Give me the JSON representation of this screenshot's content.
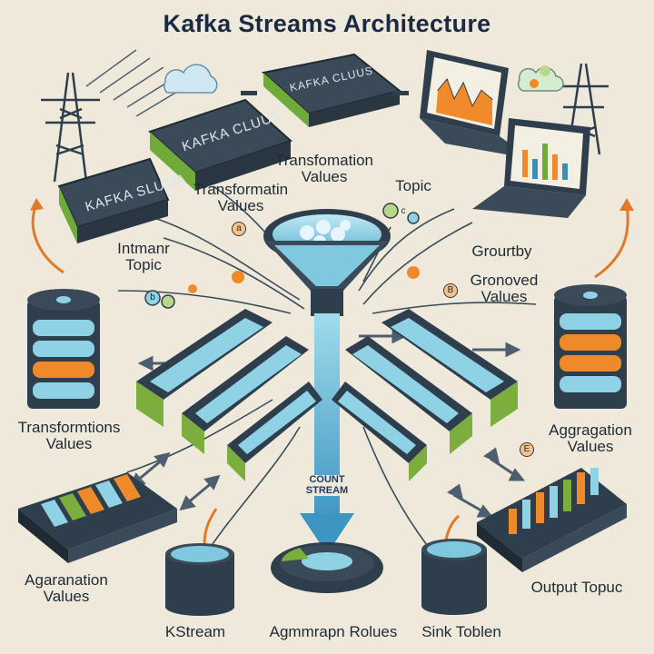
{
  "title": "Kafka Streams Architecture",
  "labels": {
    "transformation_values_top": "Transfomation Values",
    "transformation_values_left": "Transformatin Values",
    "topic_right": "Topic",
    "intermediate_topic": "Intmanr Topic",
    "groupby": "Grourtby",
    "grouped_values": "Gronoved Values",
    "transformations_values": "Transformtions Values",
    "aggregation_values_right": "Aggragation Values",
    "aggregation_values_left": "Agaranation Values",
    "count_stream": "COUNT STREAM",
    "output_topic": "Output Topuc",
    "kstream": "KStream",
    "aggregation_roles": "Agmmrapn Rolues",
    "sink_table": "Sink Toblen"
  },
  "clusters": {
    "left": "KAFKA CLUUS",
    "center": "KAFKA CLUUS",
    "far_left": "KAFKA SLUMA"
  },
  "badges": [
    "a",
    "B",
    "E",
    "c",
    "b"
  ],
  "colors": {
    "background": "#efe9dc",
    "dark_slate": "#2f3e4c",
    "green": "#7cae3e",
    "light_blue": "#8fd2e6",
    "orange": "#ef8a2b",
    "title": "#1b2a44"
  }
}
